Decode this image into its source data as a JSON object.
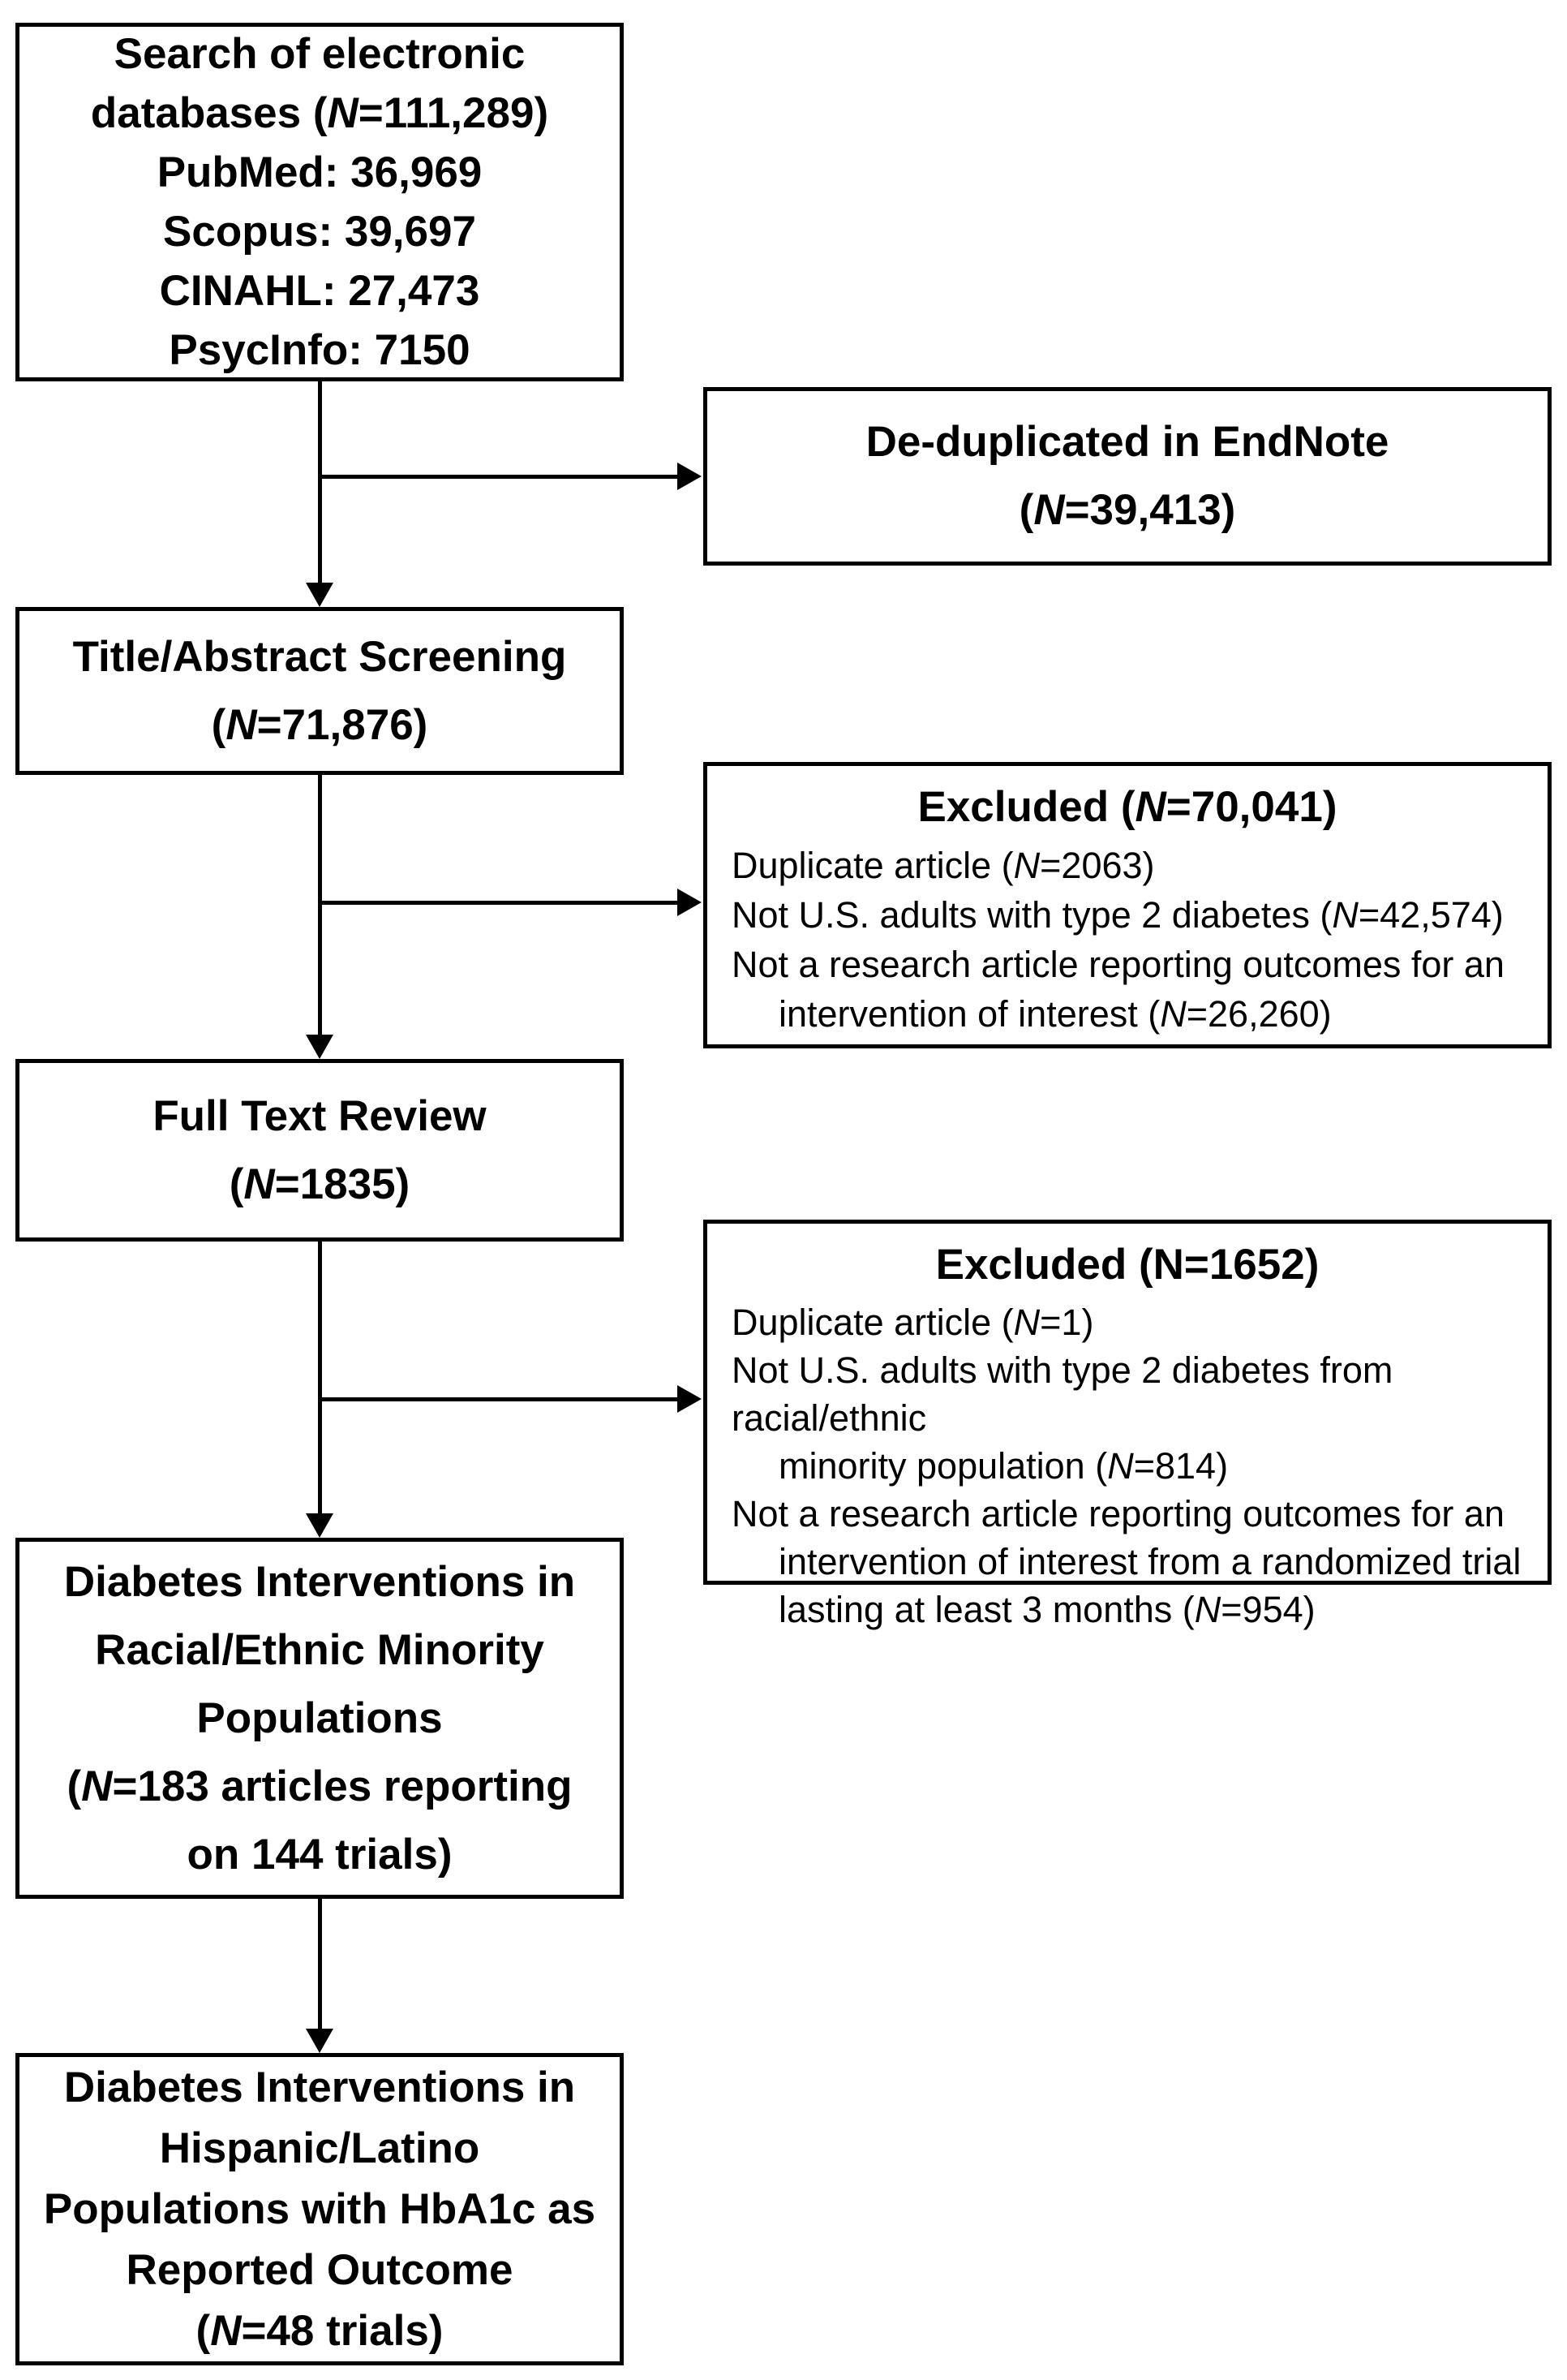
{
  "diagram": {
    "title": "Study selection flow diagram",
    "background_color": "#ffffff",
    "line_color": "#000000",
    "boxes": {
      "search": {
        "lines": [
          "Search of electronic",
          "databases (N=111,289)",
          "PubMed: 36,969",
          "Scopus: 39,697",
          "CINAHL: 27,473",
          "PsycInfo: 7150"
        ],
        "italic_n": true
      },
      "dedup": {
        "lines": [
          "De-duplicated in EndNote",
          "(N=39,413)"
        ],
        "italic_n": true
      },
      "title_abstract": {
        "lines": [
          "Title/Abstract Screening",
          "(N=71,876)"
        ],
        "italic_n": true
      },
      "excluded1": {
        "title": "Excluded (N=70,041)",
        "title_italic_n": true,
        "items_italic_n": true,
        "items": [
          {
            "lines": [
              "Duplicate article (N=2063)"
            ]
          },
          {
            "lines": [
              "Not U.S. adults with type 2 diabetes (N=42,574)"
            ]
          },
          {
            "lines": [
              "Not a research article reporting outcomes for an",
              "intervention of interest (N=26,260)"
            ]
          }
        ]
      },
      "fulltext": {
        "lines": [
          "Full Text Review",
          "(N=1835)"
        ],
        "italic_n": true
      },
      "excluded2": {
        "title": "Excluded (N=1652)",
        "title_italic_n": false,
        "items_italic_n": true,
        "items": [
          {
            "lines": [
              "Duplicate article (N=1)"
            ]
          },
          {
            "lines": [
              "Not U.S. adults with type 2 diabetes from racial/ethnic",
              "minority population (N=814)"
            ]
          },
          {
            "lines": [
              "Not a research article reporting outcomes for an",
              "intervention of interest from a randomized trial",
              "lasting at least 3 months (N=954)"
            ]
          }
        ]
      },
      "minority": {
        "lines": [
          "Diabetes Interventions in",
          "Racial/Ethnic Minority",
          "Populations",
          "(N=183 articles reporting",
          "on 144 trials)"
        ],
        "italic_n": true
      },
      "hispanic": {
        "lines": [
          "Diabetes Interventions in",
          "Hispanic/Latino",
          "Populations with HbA1c as",
          "Reported Outcome",
          "(N=48 trials)"
        ],
        "italic_n": true
      }
    }
  }
}
